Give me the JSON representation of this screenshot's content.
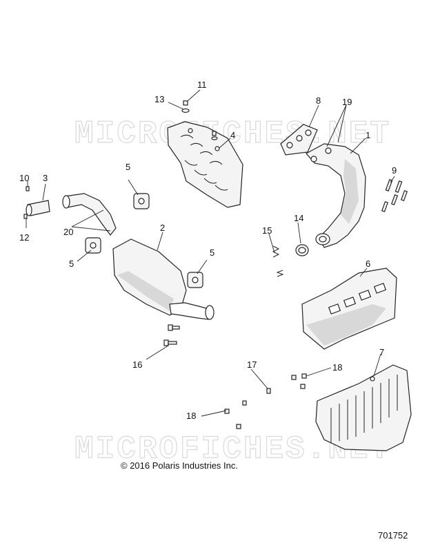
{
  "watermark": "MICROFICHES.NET",
  "copyright": "© 2016 Polaris Industries Inc.",
  "diagram_number": "701752",
  "callouts": {
    "c1": "1",
    "c2": "2",
    "c3": "3",
    "c4": "4",
    "c5a": "5",
    "c5b": "5",
    "c5c": "5",
    "c6": "6",
    "c7": "7",
    "c8": "8",
    "c9": "9",
    "c10": "10",
    "c11": "11",
    "c12": "12",
    "c13": "13",
    "c14": "14",
    "c15": "15",
    "c16": "16",
    "c17": "17",
    "c18a": "18",
    "c18b": "18",
    "c19": "19",
    "c20": "20"
  }
}
